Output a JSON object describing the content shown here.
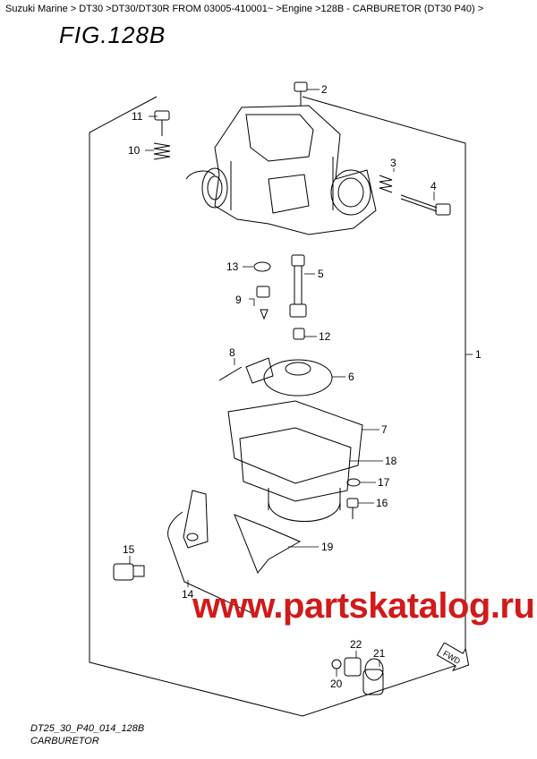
{
  "breadcrumb": "Suzuki Marine > DT30 >DT30/DT30R FROM 03005-410001~ >Engine >128B - CARBURETOR (DT30 P40) >",
  "figure_title": "FIG.128B",
  "callouts": {
    "c1": "1",
    "c2": "2",
    "c3": "3",
    "c4": "4",
    "c5": "5",
    "c6": "6",
    "c7": "7",
    "c8": "8",
    "c9": "9",
    "c10": "10",
    "c11": "11",
    "c12": "12",
    "c13": "13",
    "c14": "14",
    "c15": "15",
    "c16": "16",
    "c17": "17",
    "c18": "18",
    "c19": "19",
    "c20": "20",
    "c21": "21",
    "c22": "22"
  },
  "fwd_label": "FWD",
  "watermark": "www.partskatalog.ru",
  "footer": {
    "code": "DT25_30_P40_014_128B",
    "name": "CARBURETOR"
  }
}
